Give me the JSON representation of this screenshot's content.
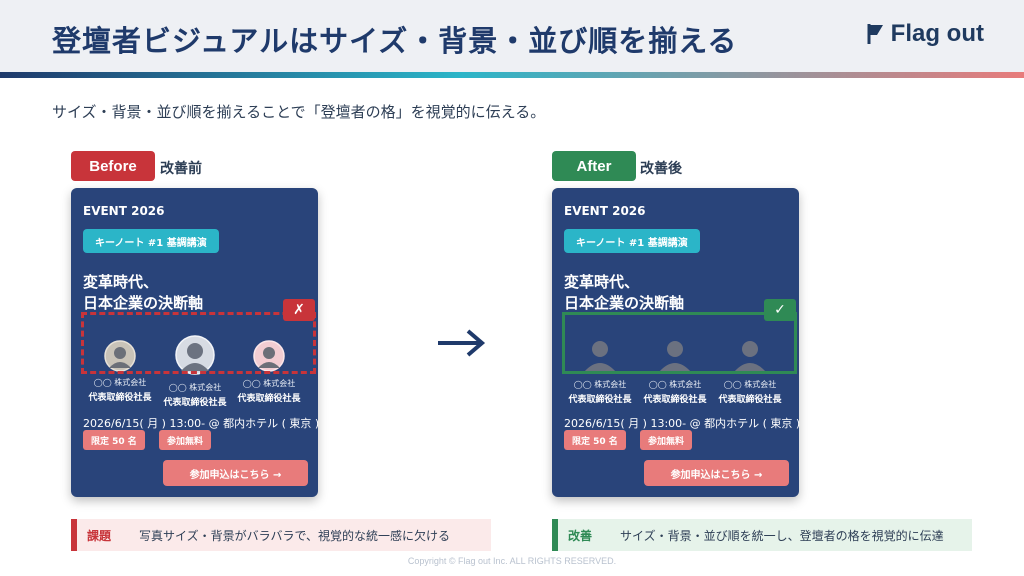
{
  "header": {
    "title": "登壇者ビジュアルはサイズ・背景・並び順を揃える",
    "logo_text": "Flag out",
    "logo_icon": "flag-icon"
  },
  "subtitle": "サイズ・背景・並び順を揃えることで「登壇者の格」を視覚的に伝える。",
  "before": {
    "tag": "Before",
    "tag_label": "改善前",
    "mark": "✗",
    "card": {
      "event": "EVENT 2026",
      "keynote": "キーノート #1 基調講演",
      "headline_line1": "変革時代、",
      "headline_line2": "日本企業の決断軸",
      "speakers": [
        {
          "company": "◯◯ 株式会社",
          "role": "代表取締役社長"
        },
        {
          "company": "◯◯ 株式会社",
          "role": "代表取締役社長"
        },
        {
          "company": "◯◯ 株式会社",
          "role": "代表取締役社長"
        }
      ],
      "date": "2026/6/15( 月 ) 13:00- @ 都内ホテル ( 東京 )",
      "pill_limit": "限定 50 名",
      "pill_free": "参加無料",
      "cta": "参加申込はこちら →"
    },
    "note_label": "課題",
    "note_text": "写真サイズ・背景がバラバラで、視覚的な統一感に欠ける"
  },
  "after": {
    "tag": "After",
    "tag_label": "改善後",
    "mark": "✓",
    "card": {
      "event": "EVENT 2026",
      "keynote": "キーノート #1 基調講演",
      "headline_line1": "変革時代、",
      "headline_line2": "日本企業の決断軸",
      "speakers": [
        {
          "company": "◯◯ 株式会社",
          "role": "代表取締役社長"
        },
        {
          "company": "◯◯ 株式会社",
          "role": "代表取締役社長"
        },
        {
          "company": "◯◯ 株式会社",
          "role": "代表取締役社長"
        }
      ],
      "date": "2026/6/15( 月 ) 13:00- @ 都内ホテル ( 東京 )",
      "pill_limit": "限定 50 名",
      "pill_free": "参加無料",
      "cta": "参加申込はこちら →"
    },
    "note_label": "改善",
    "note_text": "サイズ・背景・並び順を統一し、登壇者の格を視覚的に伝達"
  },
  "copyright": "Copyright © Flag out Inc. ALL RIGHTS RESERVED.",
  "colors": {
    "navy": "#1f3a6b",
    "card_bg": "#29447a",
    "teal": "#2bb5c8",
    "coral": "#e87b7b",
    "red": "#c8343a",
    "green": "#2f8a55"
  }
}
